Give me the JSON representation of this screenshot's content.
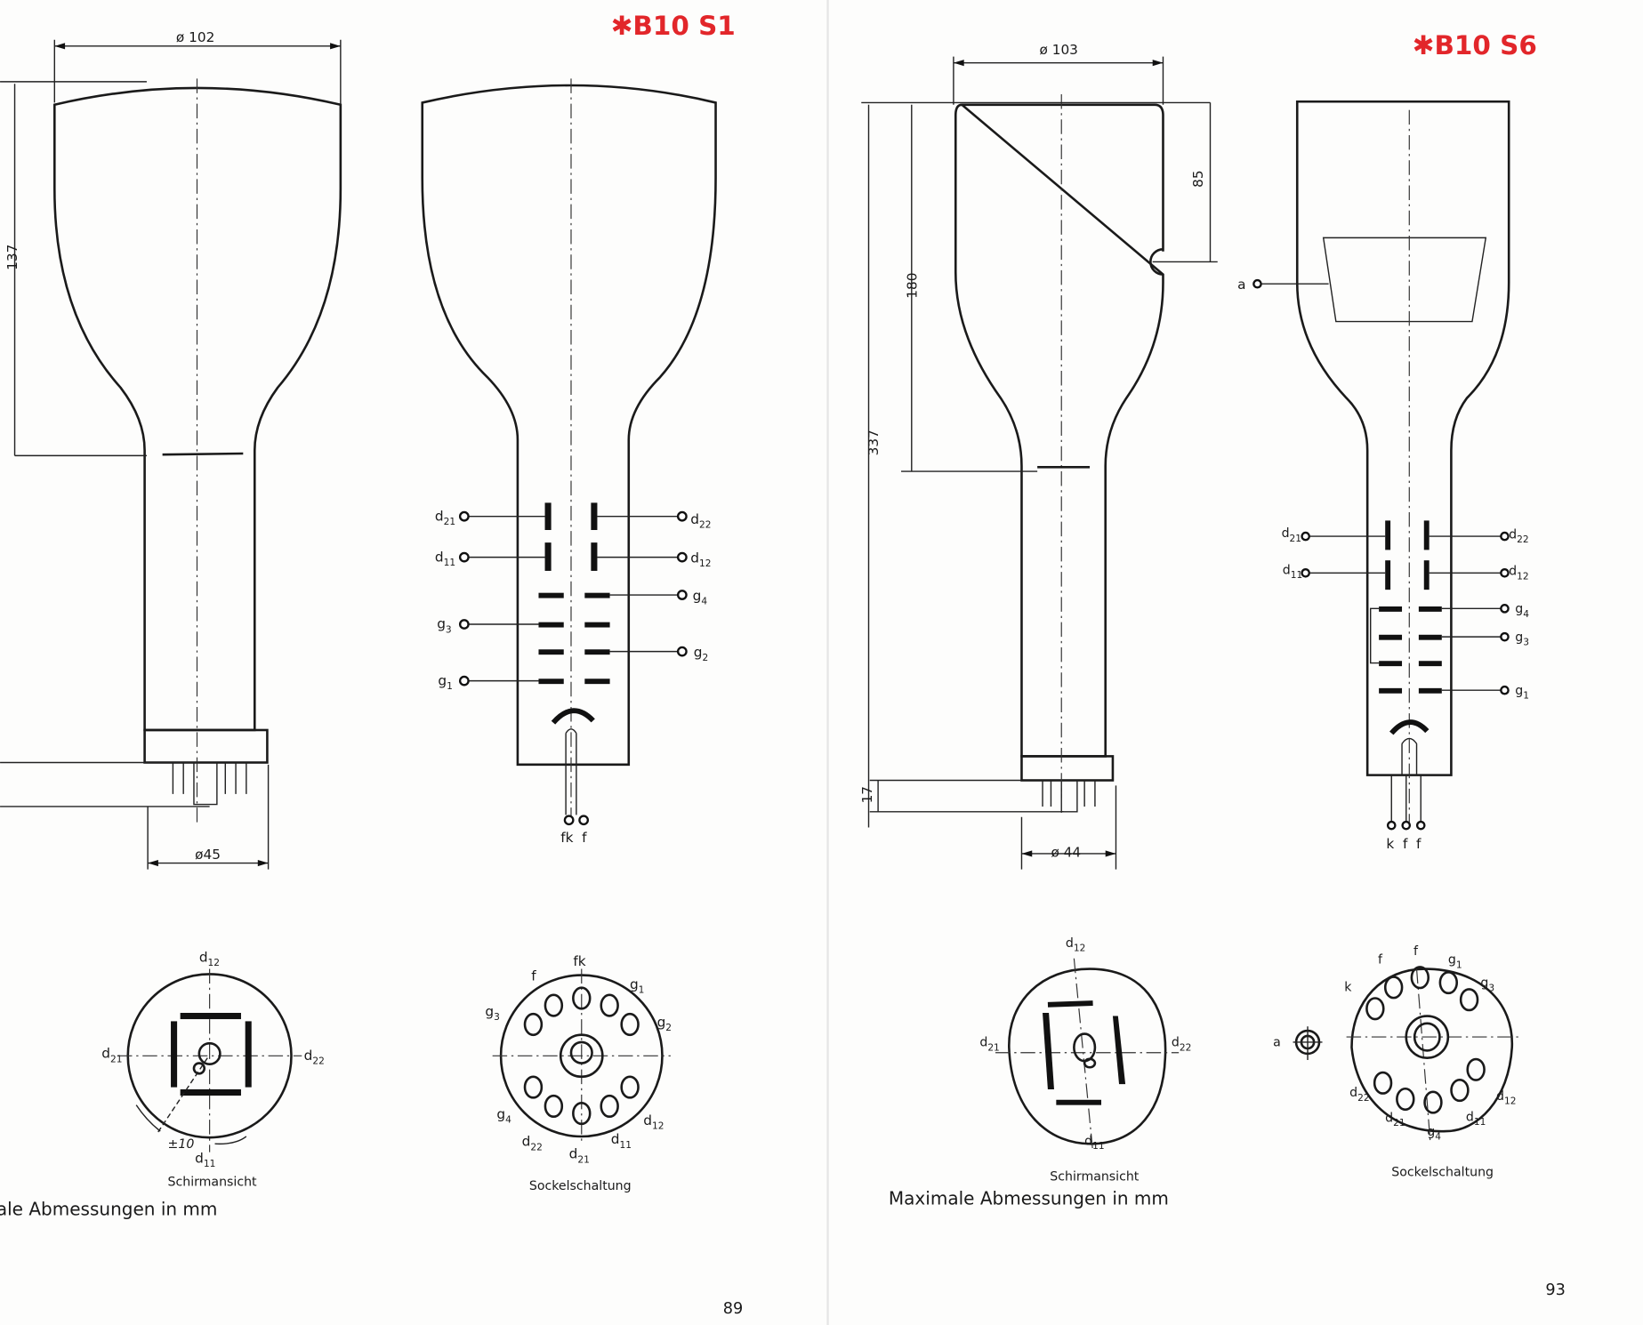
{
  "left_page": {
    "tube_type": "B10 S1",
    "marker": "✱",
    "page_number": "89",
    "dimensions": {
      "screen_diameter": "ø 102",
      "length": "137",
      "base_diameter": "ø45"
    },
    "electrode_labels": [
      "d21",
      "d22",
      "d11",
      "d12",
      "g4",
      "g3",
      "g2",
      "g1"
    ],
    "lead_labels": "fk  f",
    "screen_view": {
      "caption": "Schirmansicht",
      "labels": [
        "d12",
        "d21",
        "d22",
        "d11"
      ],
      "tolerance": "±10"
    },
    "socket": {
      "caption": "Sockelschaltung",
      "labels": [
        "fk",
        "f",
        "g1",
        "g3",
        "g2",
        "g4",
        "d12",
        "d22",
        "d11",
        "d21"
      ]
    },
    "footer": "Maximale Abmessungen in mm"
  },
  "right_page": {
    "tube_type": "B10 S6",
    "marker": "✱",
    "page_number": "93",
    "dimensions": {
      "screen_diameter": "ø 103",
      "total_length": "337",
      "bulb_length": "180",
      "anode_offset": "85",
      "base_height": "17",
      "base_diameter": "ø 44"
    },
    "anode_label": "a",
    "electrode_labels": [
      "d21",
      "d22",
      "d11",
      "d12",
      "g4",
      "g3",
      "g1"
    ],
    "lead_labels": "k  f  f",
    "screen_view": {
      "caption": "Schirmansicht",
      "labels": [
        "d12",
        "d21",
        "d22",
        "d11"
      ]
    },
    "socket": {
      "caption": "Sockelschaltung",
      "labels": [
        "a",
        "f",
        "f",
        "g1",
        "k",
        "g3",
        "d22",
        "d12",
        "d21",
        "d11",
        "g4"
      ]
    },
    "footer": "Maximale Abmessungen in mm"
  },
  "colors": {
    "title_red": "#e2262a",
    "ink": "#1a1a1a",
    "paper": "#fdfdfc"
  }
}
